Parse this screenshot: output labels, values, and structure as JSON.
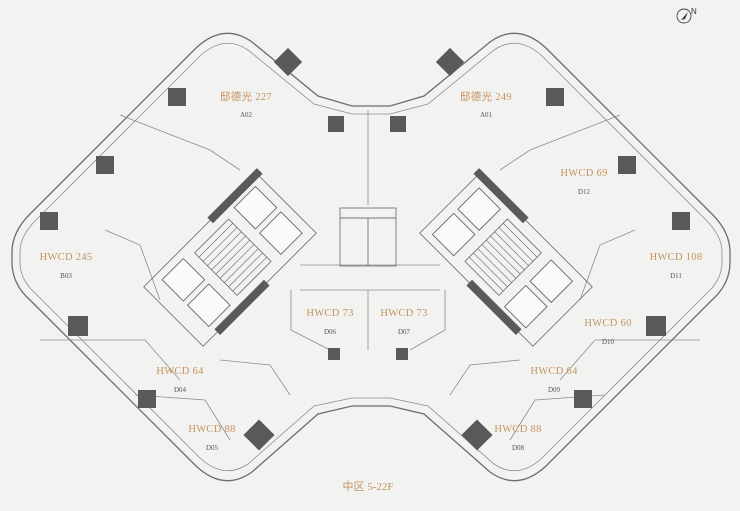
{
  "floor_label": "中区 5-22F",
  "compass": {
    "label": "N",
    "icon": "north-arrow-icon"
  },
  "units": [
    {
      "id": "a02",
      "name": "邸德光 227",
      "code": "A02"
    },
    {
      "id": "a01",
      "name": "邸德光 249",
      "code": "A01"
    },
    {
      "id": "b03",
      "name": "HWCD 245",
      "code": "B03"
    },
    {
      "id": "d12",
      "name": "HWCD 69",
      "code": "D12"
    },
    {
      "id": "d11",
      "name": "HWCD 108",
      "code": "D11"
    },
    {
      "id": "d06",
      "name": "HWCD 73",
      "code": "D06"
    },
    {
      "id": "d07",
      "name": "HWCD 73",
      "code": "D07"
    },
    {
      "id": "d10",
      "name": "HWCD 60",
      "code": "D10"
    },
    {
      "id": "d04",
      "name": "HWCD 64",
      "code": "D04"
    },
    {
      "id": "d09",
      "name": "HWCD 64",
      "code": "D09"
    },
    {
      "id": "d05",
      "name": "HWCD 88",
      "code": "D05"
    },
    {
      "id": "d08",
      "name": "HWCD 88",
      "code": "D08"
    }
  ],
  "colors": {
    "label": "#c4935e",
    "wall": "#6d6d6d",
    "column": "#595959",
    "background": "#f2f2f1"
  }
}
